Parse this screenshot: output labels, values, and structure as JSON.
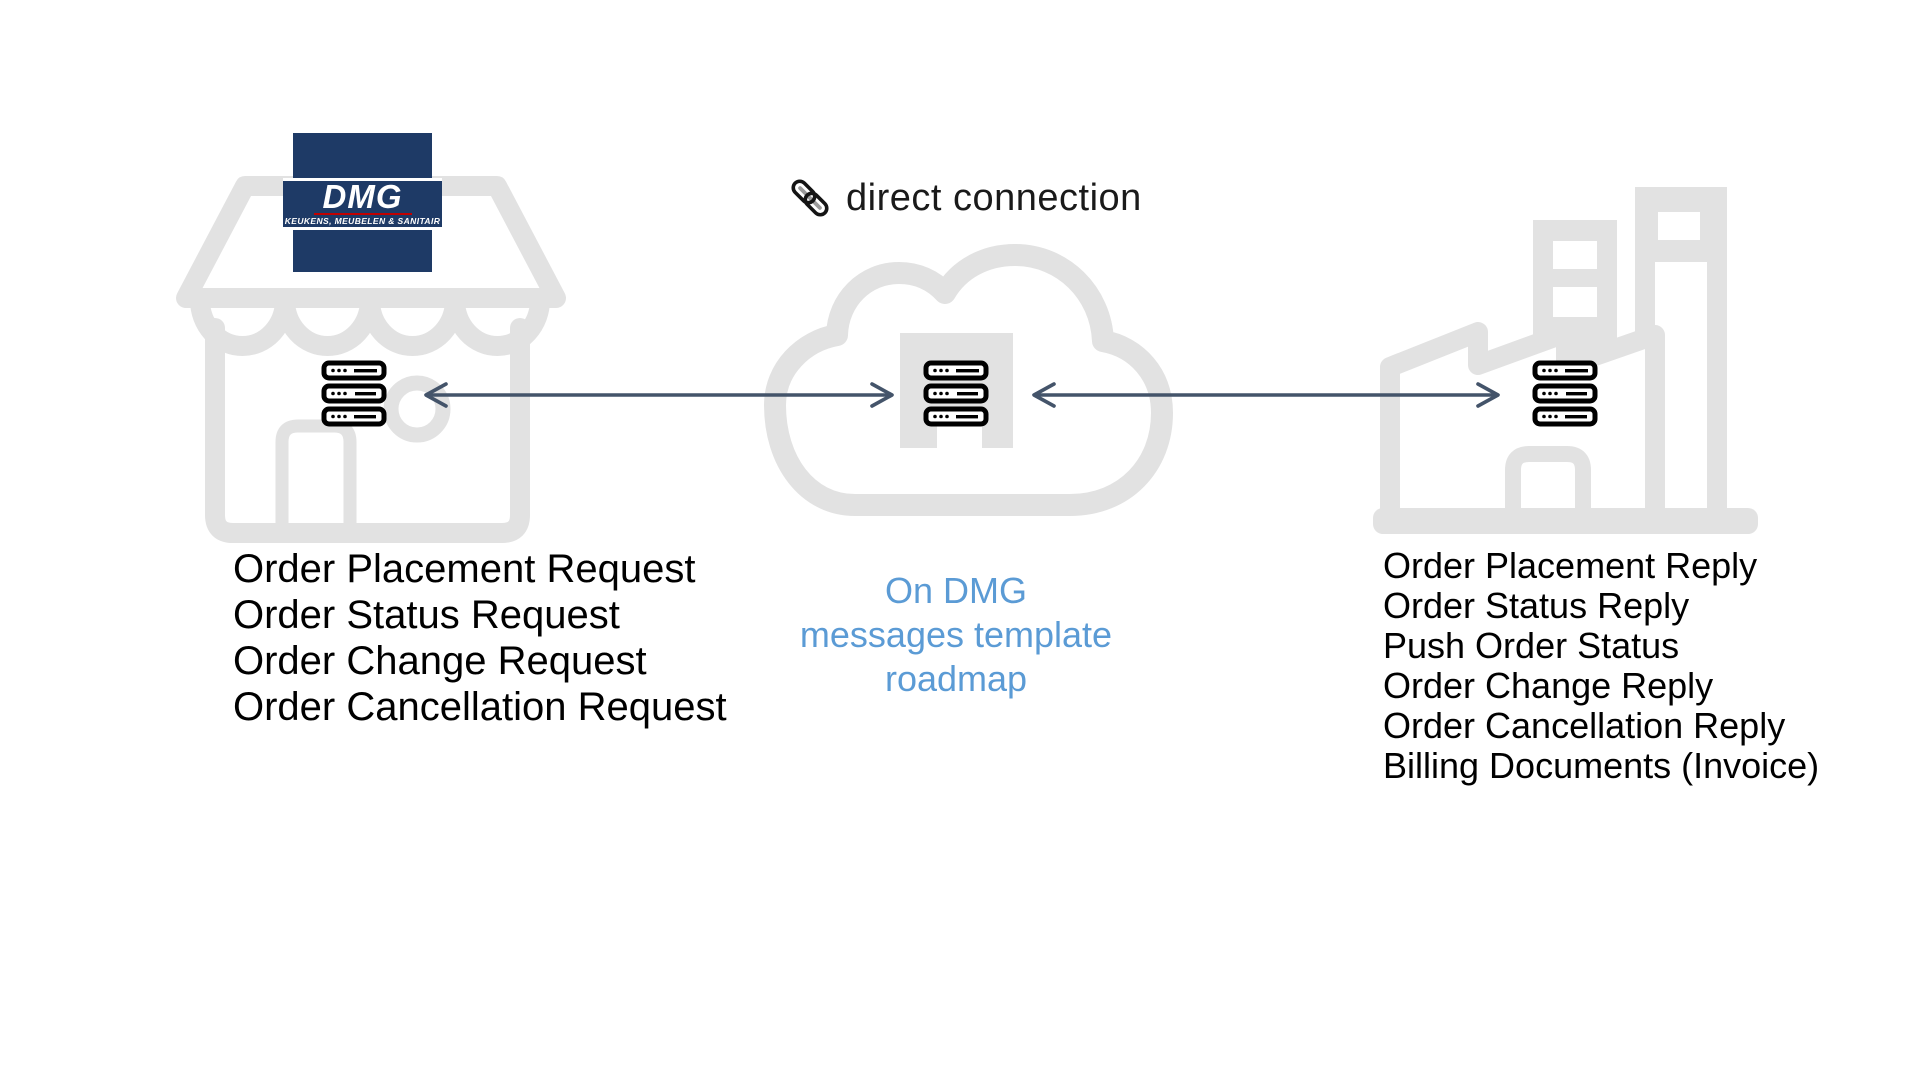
{
  "connection_label": {
    "text": "direct connection",
    "icon": "link-icon"
  },
  "retailer": {
    "logo": {
      "brand": "DMG",
      "tagline": "KEUKENS, MEUBELEN & SANITAIR"
    },
    "icon": "storefront-icon",
    "server_icon": "server-stack-icon",
    "messages": [
      "Order Placement Request",
      "Order Status Request",
      "Order Change Request",
      "Order Cancellation Request"
    ]
  },
  "hub": {
    "icon": "cloud-icon",
    "server_icon": "server-stack-icon",
    "roadmap_note": [
      "On DMG",
      "messages template",
      "roadmap"
    ]
  },
  "supplier": {
    "icon": "factory-icon",
    "server_icon": "server-stack-icon",
    "messages": [
      "Order Placement Reply",
      "Order Status Reply",
      "Push Order Status",
      "Order Change Reply",
      "Order Cancellation Reply",
      "Billing Documents (Invoice)"
    ]
  },
  "colors": {
    "accent_blue": "#5B9BD5",
    "arrow": "#44546A",
    "icon_gray": "#E2E2E2",
    "logo_navy": "#1E3A66",
    "logo_red": "#C00000"
  }
}
